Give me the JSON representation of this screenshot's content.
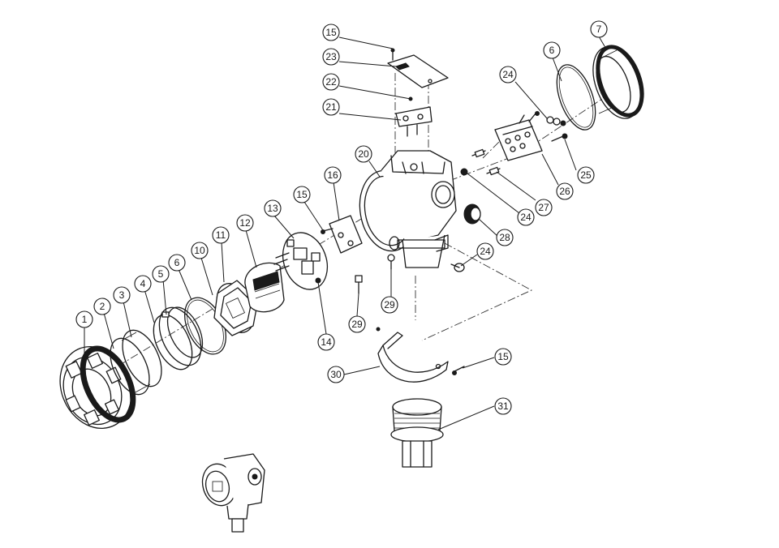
{
  "callouts": [
    {
      "label": "1"
    },
    {
      "label": "2"
    },
    {
      "label": "3"
    },
    {
      "label": "4"
    },
    {
      "label": "5"
    },
    {
      "label": "6"
    },
    {
      "label": "10"
    },
    {
      "label": "11"
    },
    {
      "label": "12"
    },
    {
      "label": "13"
    },
    {
      "label": "14"
    },
    {
      "label": "15"
    },
    {
      "label": "16"
    },
    {
      "label": "20"
    },
    {
      "label": "21"
    },
    {
      "label": "22"
    },
    {
      "label": "23"
    },
    {
      "label": "15"
    },
    {
      "label": "6"
    },
    {
      "label": "7"
    },
    {
      "label": "24"
    },
    {
      "label": "25"
    },
    {
      "label": "26"
    },
    {
      "label": "27"
    },
    {
      "label": "24"
    },
    {
      "label": "28"
    },
    {
      "label": "24"
    },
    {
      "label": "29"
    },
    {
      "label": "29"
    },
    {
      "label": "30"
    },
    {
      "label": "15"
    },
    {
      "label": "31"
    }
  ]
}
